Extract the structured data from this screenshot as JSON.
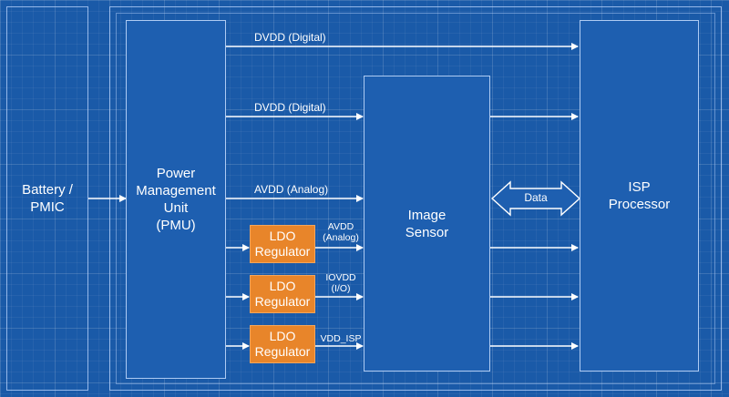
{
  "blocks": {
    "battery": "Battery /\nPMIC",
    "pmu": "Power\nManagement\nUnit\n(PMU)",
    "sensor": "Image\nSensor",
    "isp": "ISP\nProcessor"
  },
  "ldo": [
    {
      "label": "LDO\nRegulator",
      "output": "AVDD\n(Analog)"
    },
    {
      "label": "LDO\nRegulator",
      "output": "IOVDD\n(I/O)"
    },
    {
      "label": "LDO\nRegulator",
      "output": "VDD_ISP"
    }
  ],
  "rails": {
    "dvdd_to_isp": "DVDD (Digital)",
    "dvdd_to_sensor": "DVDD (Digital)",
    "avdd_to_sensor": "AVDD (Analog)"
  },
  "link": "Data",
  "colors": {
    "background": "#1a5aa8",
    "block": "#1e5fb0",
    "ldo": "#e8852a",
    "line": "#ffffff"
  }
}
